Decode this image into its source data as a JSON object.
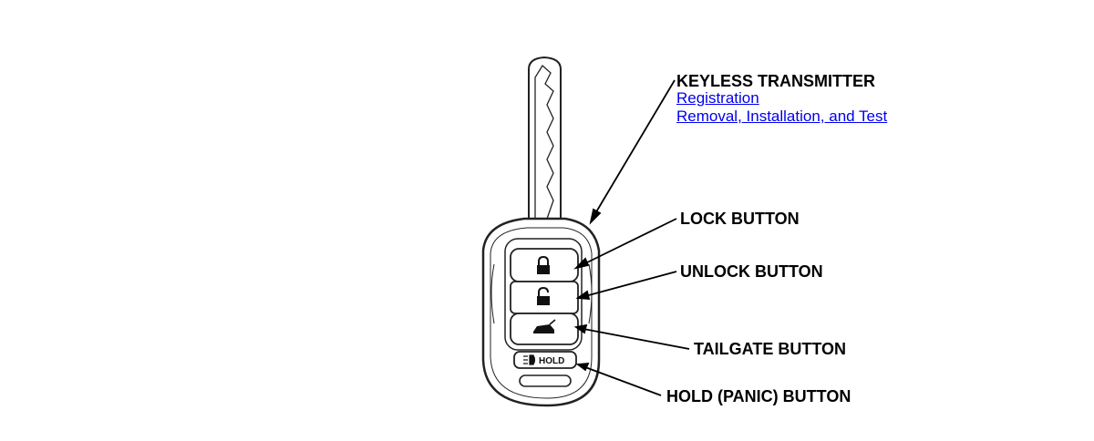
{
  "transmitter": {
    "title": "KEYLESS TRANSMITTER",
    "links": [
      "Registration",
      "Removal, Installation, and Test"
    ]
  },
  "labels": {
    "lock": "LOCK BUTTON",
    "unlock": "UNLOCK BUTTON",
    "tailgate": "TAILGATE BUTTON",
    "hold": "HOLD (PANIC) BUTTON"
  },
  "fob": {
    "hold_button_text": "HOLD",
    "icons": [
      "lock-closed-icon",
      "lock-open-icon",
      "tailgate-car-icon",
      "light-indicator-icon"
    ]
  },
  "colors": {
    "line": "#000000",
    "link": "#0000ee",
    "fob_outline": "#222222",
    "fob_fill": "#ffffff"
  }
}
